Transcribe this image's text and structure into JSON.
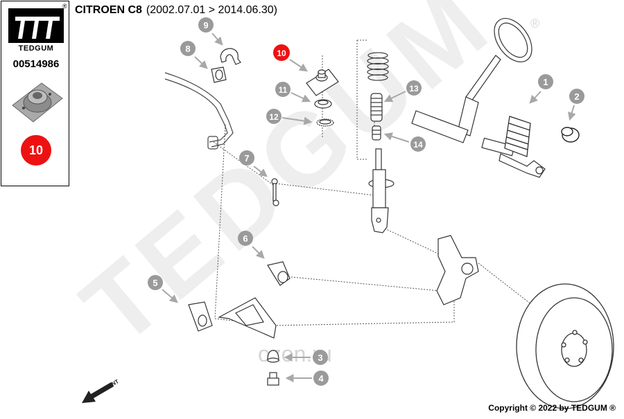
{
  "brand": {
    "name": "TEDGUM",
    "registered": "®"
  },
  "part_number": "00514986",
  "selected_callout": "10",
  "vehicle": {
    "model": "CITROEN C8",
    "production_range": "(2002.07.01 > 2014.06.30)"
  },
  "watermark": {
    "text": "TEDGUM",
    "site": "ozon.ru",
    "mark": "®"
  },
  "callouts": [
    "1",
    "2",
    "3",
    "4",
    "5",
    "6",
    "7",
    "8",
    "9",
    "10",
    "11",
    "12",
    "13",
    "14"
  ],
  "front_label": "FRONT",
  "copyright": "Copyright © 2022 by TEDGUM ®",
  "colors": {
    "highlight": "#ee1111",
    "callout_grey": "#9a9a9a",
    "line": "#444444",
    "watermark": "#eeeeee"
  }
}
